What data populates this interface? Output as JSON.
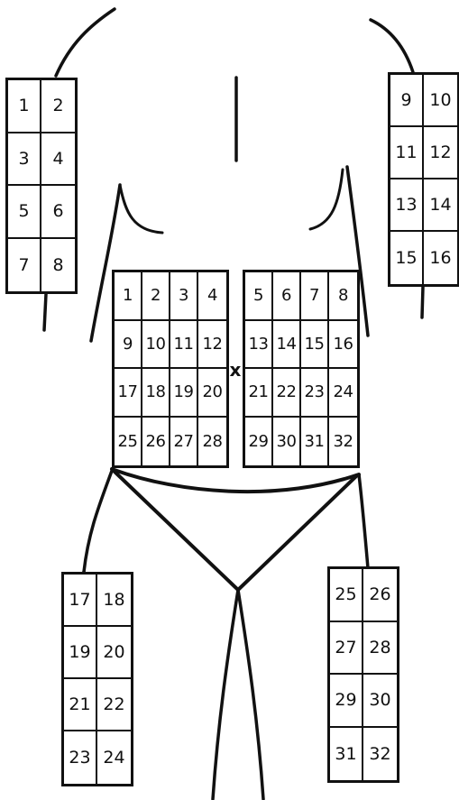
{
  "diagram": {
    "navel_mark": "x",
    "grids": [
      {
        "name": "upper-left-arm-grid",
        "cells": [
          "1",
          "2",
          "3",
          "4",
          "5",
          "6",
          "7",
          "8"
        ]
      },
      {
        "name": "upper-right-arm-grid",
        "cells": [
          "9",
          "10",
          "11",
          "12",
          "13",
          "14",
          "15",
          "16"
        ]
      },
      {
        "name": "abdomen-left-grid",
        "cells": [
          "1",
          "2",
          "3",
          "4",
          "9",
          "10",
          "11",
          "12",
          "17",
          "18",
          "19",
          "20",
          "25",
          "26",
          "27",
          "28"
        ]
      },
      {
        "name": "abdomen-right-grid",
        "cells": [
          "5",
          "6",
          "7",
          "8",
          "13",
          "14",
          "15",
          "16",
          "21",
          "22",
          "23",
          "24",
          "29",
          "30",
          "31",
          "32"
        ]
      },
      {
        "name": "thigh-left-grid",
        "cells": [
          "17",
          "18",
          "19",
          "20",
          "21",
          "22",
          "23",
          "24"
        ]
      },
      {
        "name": "thigh-right-grid",
        "cells": [
          "25",
          "26",
          "27",
          "28",
          "29",
          "30",
          "31",
          "32"
        ]
      }
    ]
  }
}
